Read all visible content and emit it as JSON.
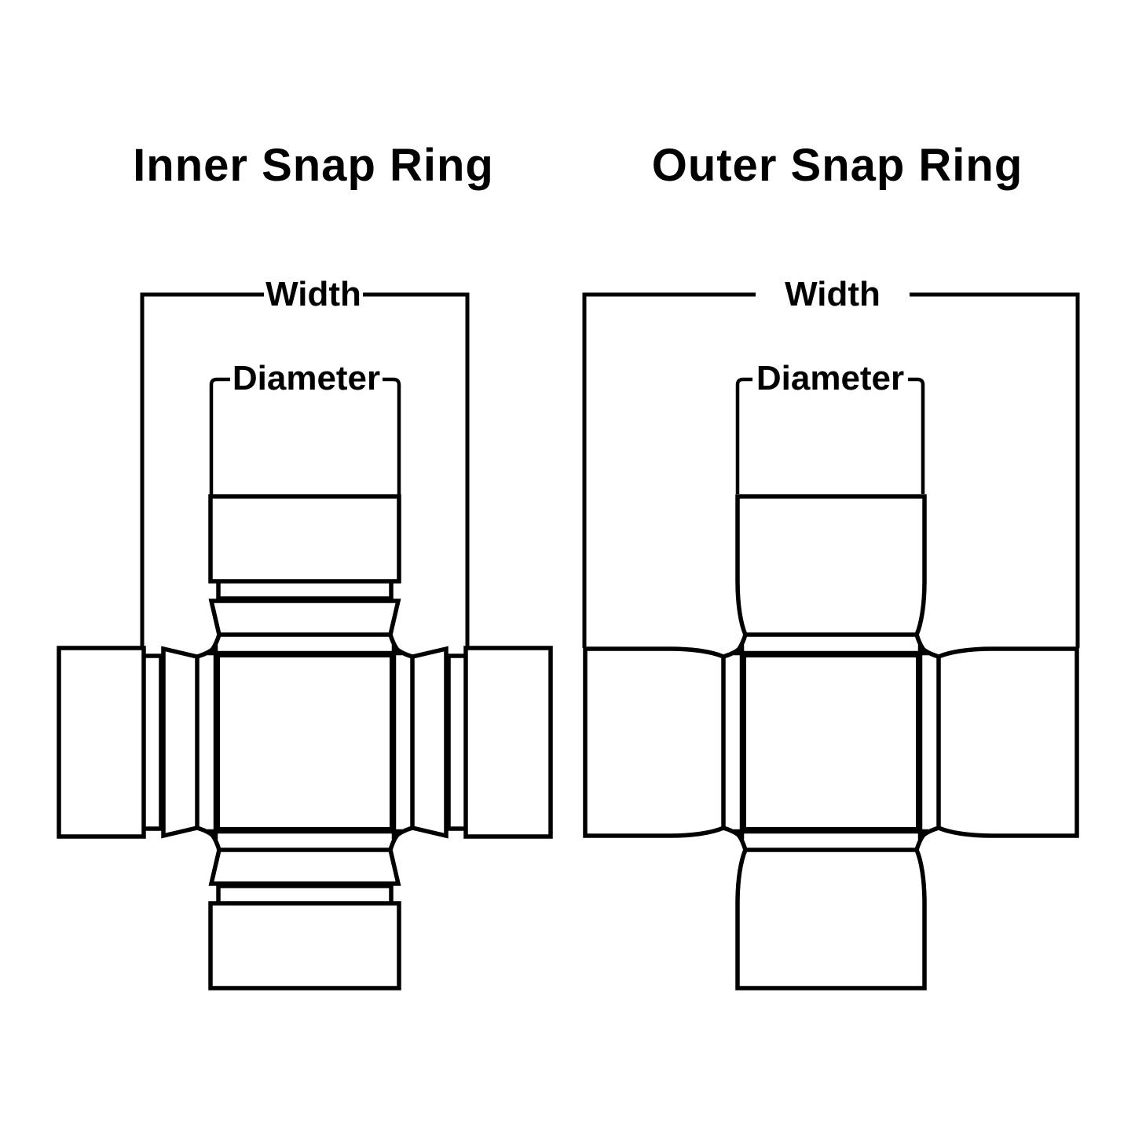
{
  "canvas": {
    "background": "#ffffff",
    "line_color": "#000000"
  },
  "diagrams": [
    {
      "snap_ring_type": "inner",
      "title": "Inner Snap Ring",
      "width_label": "Width",
      "diameter_label": "Diameter"
    },
    {
      "snap_ring_type": "outer",
      "title": "Outer Snap Ring",
      "width_label": "Width",
      "diameter_label": "Diameter"
    }
  ]
}
